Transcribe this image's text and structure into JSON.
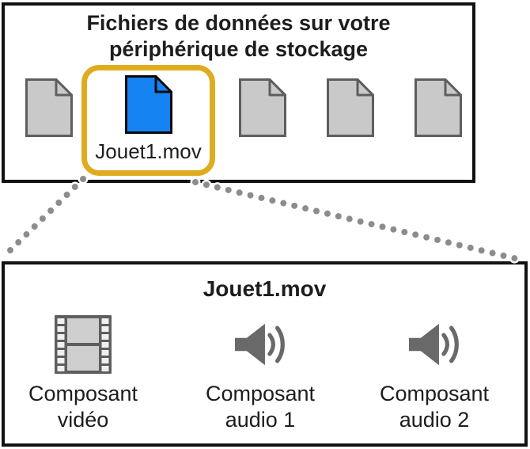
{
  "top_box": {
    "title_line1": "Fichiers de données sur votre",
    "title_line2": "périphérique de stockage",
    "selected_file_label": "Jouet1.mov",
    "generic_file_count": 4
  },
  "bottom_box": {
    "title": "Jouet1.mov",
    "components": [
      {
        "icon": "film-strip-icon",
        "label": "Composant vidéo"
      },
      {
        "icon": "speaker-icon",
        "label": "Composant audio 1"
      },
      {
        "icon": "speaker-icon",
        "label": "Composant audio 2"
      }
    ]
  },
  "colors": {
    "highlight_border": "#DFAC20",
    "selected_file_fill": "#1583F2",
    "generic_file_fill": "#C9C9C9",
    "generic_file_stroke": "#5E5E5E",
    "icon_gray": "#696969",
    "connector_dots": "#8C8C8C",
    "box_outline": "#121212",
    "text": "#1D1D1F"
  }
}
